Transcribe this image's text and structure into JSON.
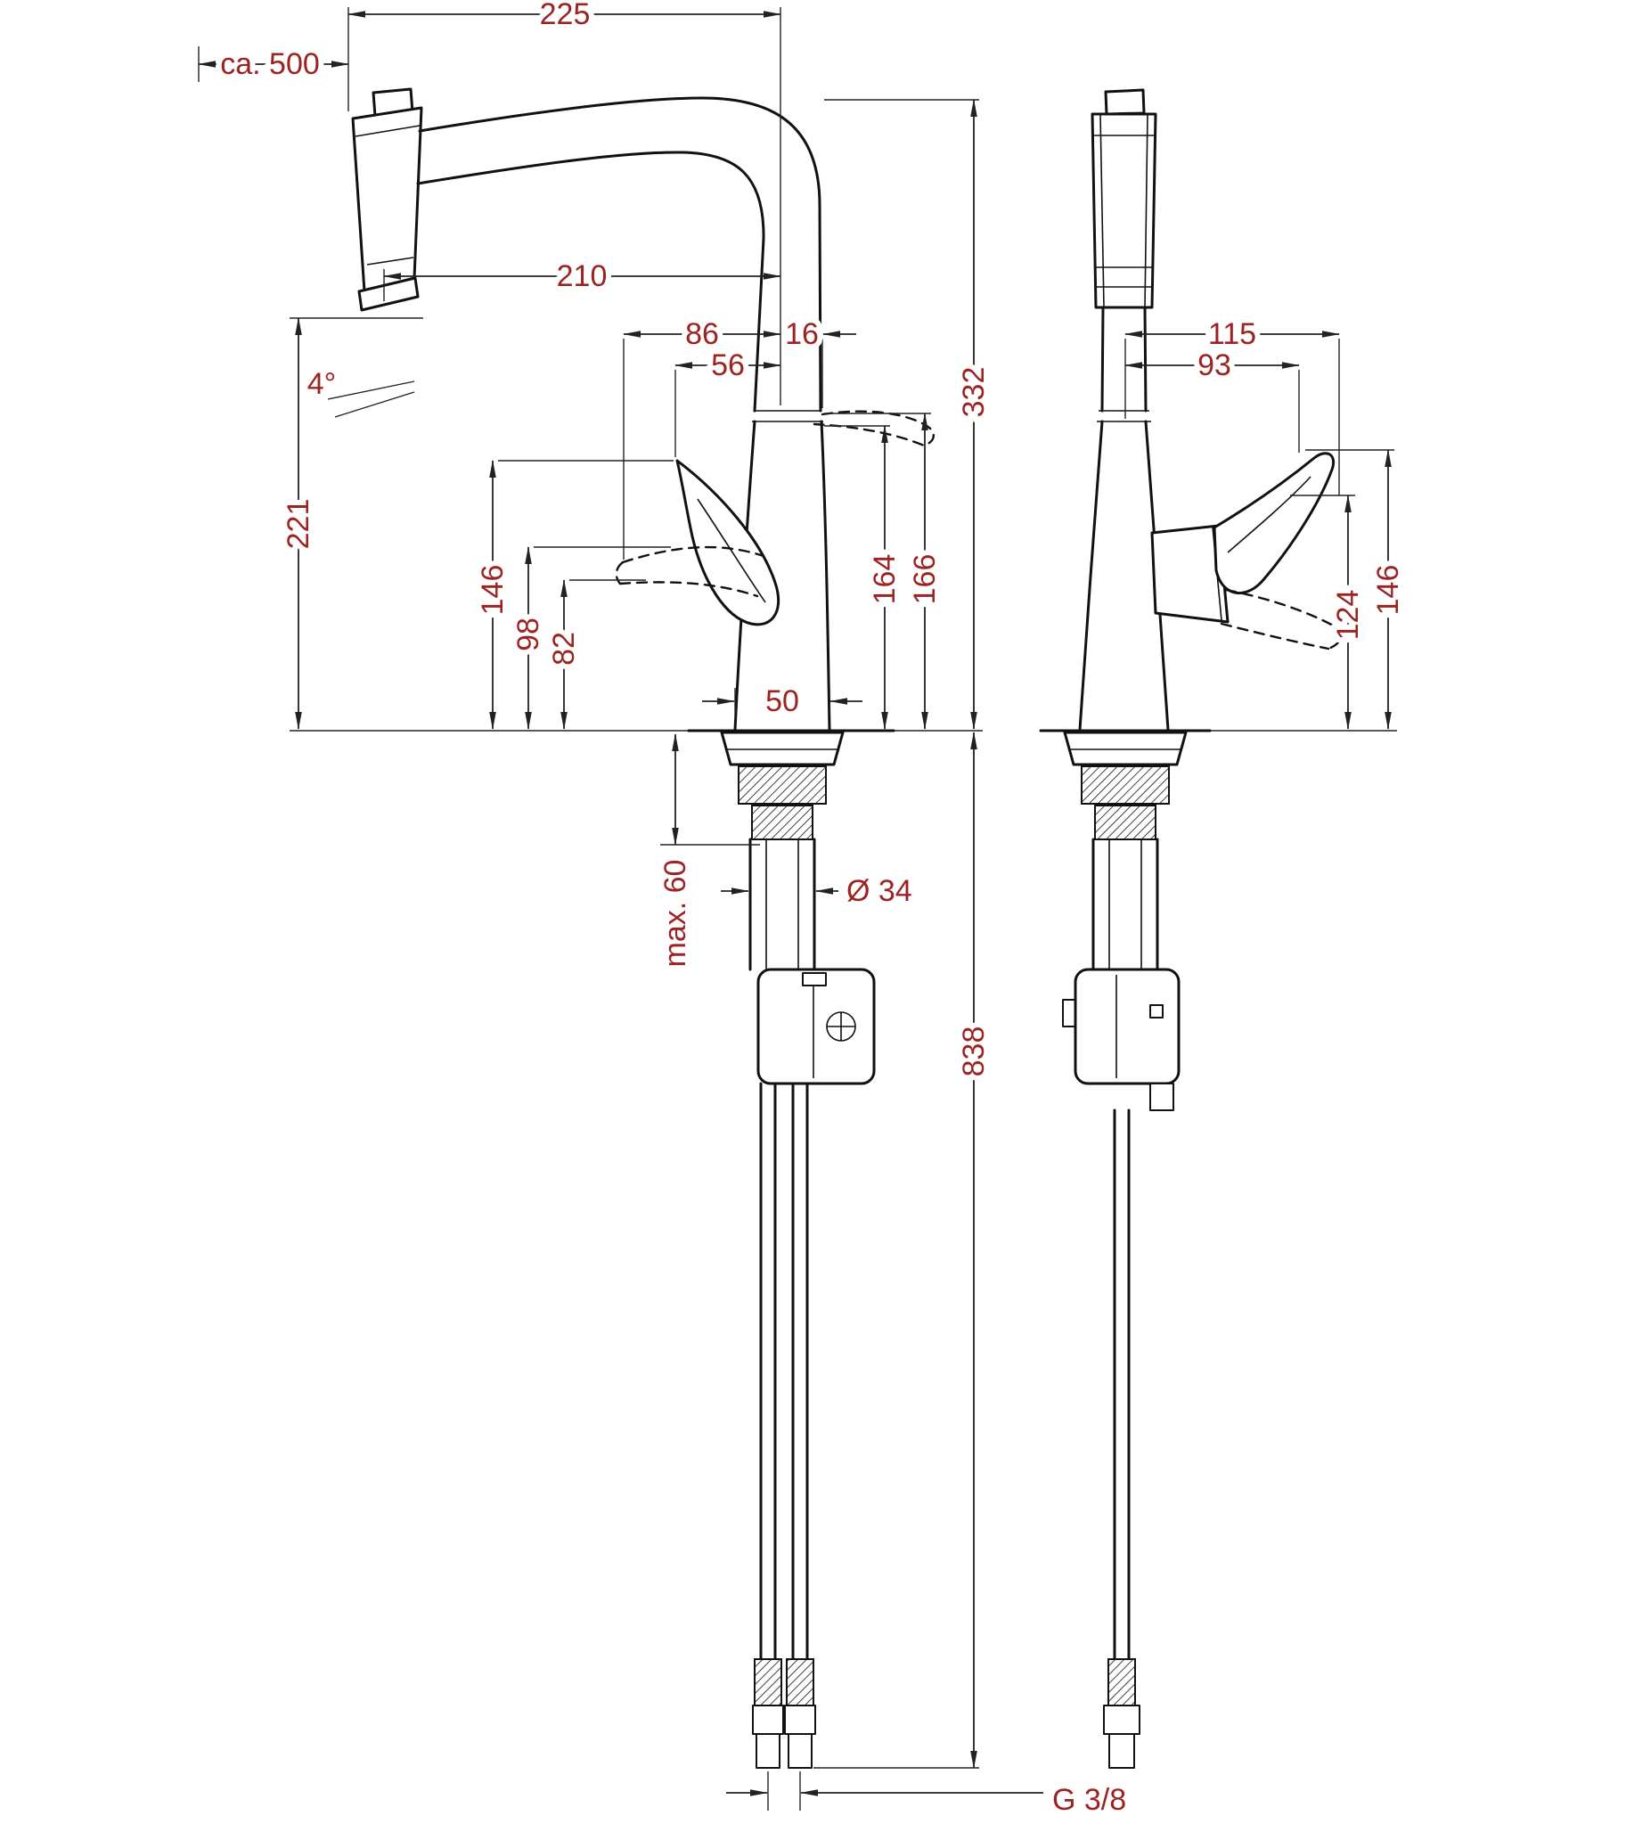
{
  "colors": {
    "background": "#ffffff",
    "drawing_line": "#111111",
    "dimension_line": "#222222",
    "dimension_text": "#9b2423"
  },
  "dims": {
    "front": {
      "spout_width": "225",
      "pullout_hose": "ca. 500",
      "spout_reach": "210",
      "w86": "86",
      "w16": "16",
      "w56": "56",
      "spray_angle": "4°",
      "h221": "221",
      "h146": "146",
      "h98": "98",
      "h82": "82",
      "base_width": "50",
      "h164": "164",
      "h166": "166",
      "h332": "332",
      "max_deck": "max. 60",
      "shank_dia": "Ø 34",
      "h838": "838",
      "thread": "G 3/8"
    },
    "side": {
      "w115": "115",
      "w93": "93",
      "h146": "146",
      "h124": "124"
    }
  }
}
